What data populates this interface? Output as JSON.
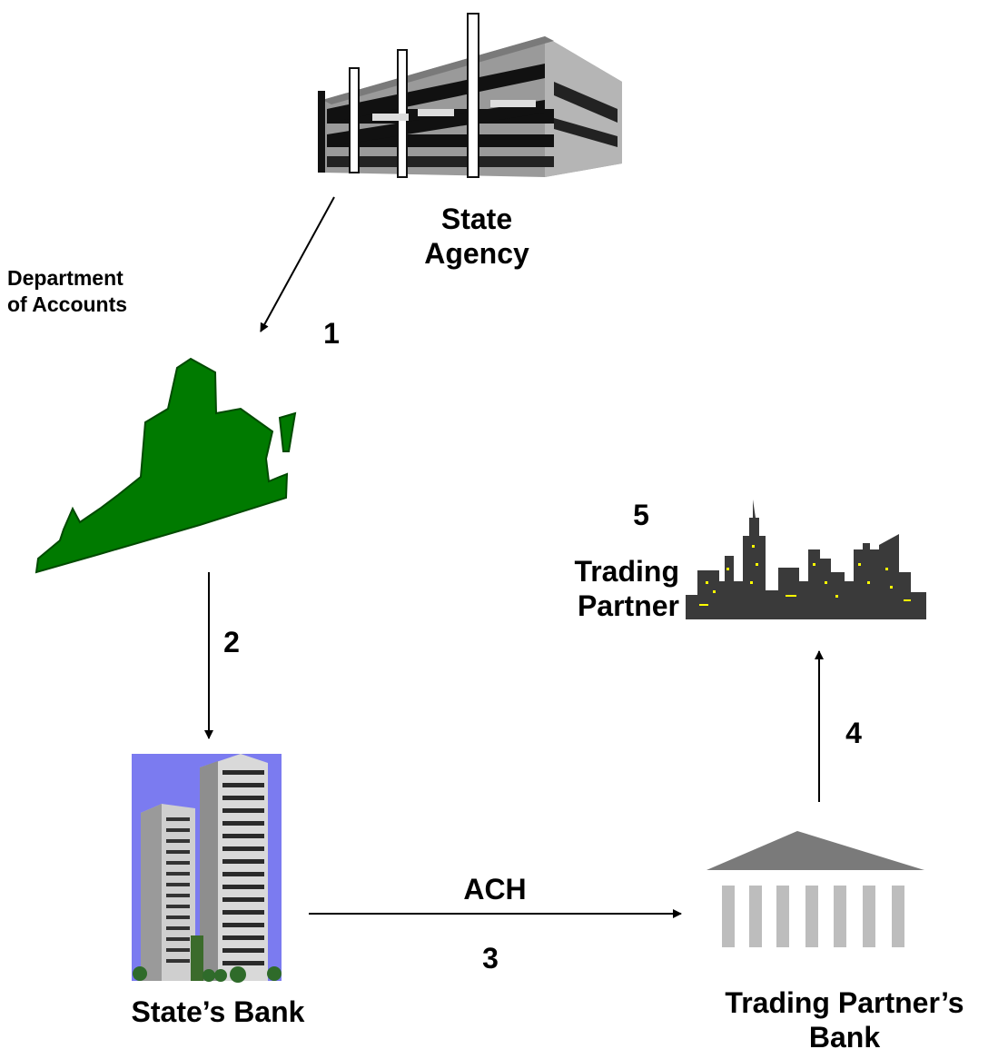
{
  "nodes": {
    "state_agency": {
      "line1": "State",
      "line2": "Agency"
    },
    "department": {
      "line1": "Department",
      "line2": "of Accounts"
    },
    "states_bank": {
      "label": "State’s Bank"
    },
    "trading_partner": {
      "line1": "Trading",
      "line2": "Partner"
    },
    "trading_partners_bank": {
      "line1": "Trading Partner’s",
      "line2": "Bank"
    }
  },
  "steps": {
    "step1": "1",
    "step2": "2",
    "step3": "3",
    "step4": "4",
    "step5": "5",
    "ach": "ACH"
  },
  "colors": {
    "state_map": "#007a00",
    "bank_sky": "#7b7bf0",
    "building_dark": "#303030",
    "pillar_gray": "#bdbdbd",
    "roof_gray": "#7a7a7a",
    "city_dark": "#3a3a3a",
    "window_yellow": "#ffff00"
  }
}
